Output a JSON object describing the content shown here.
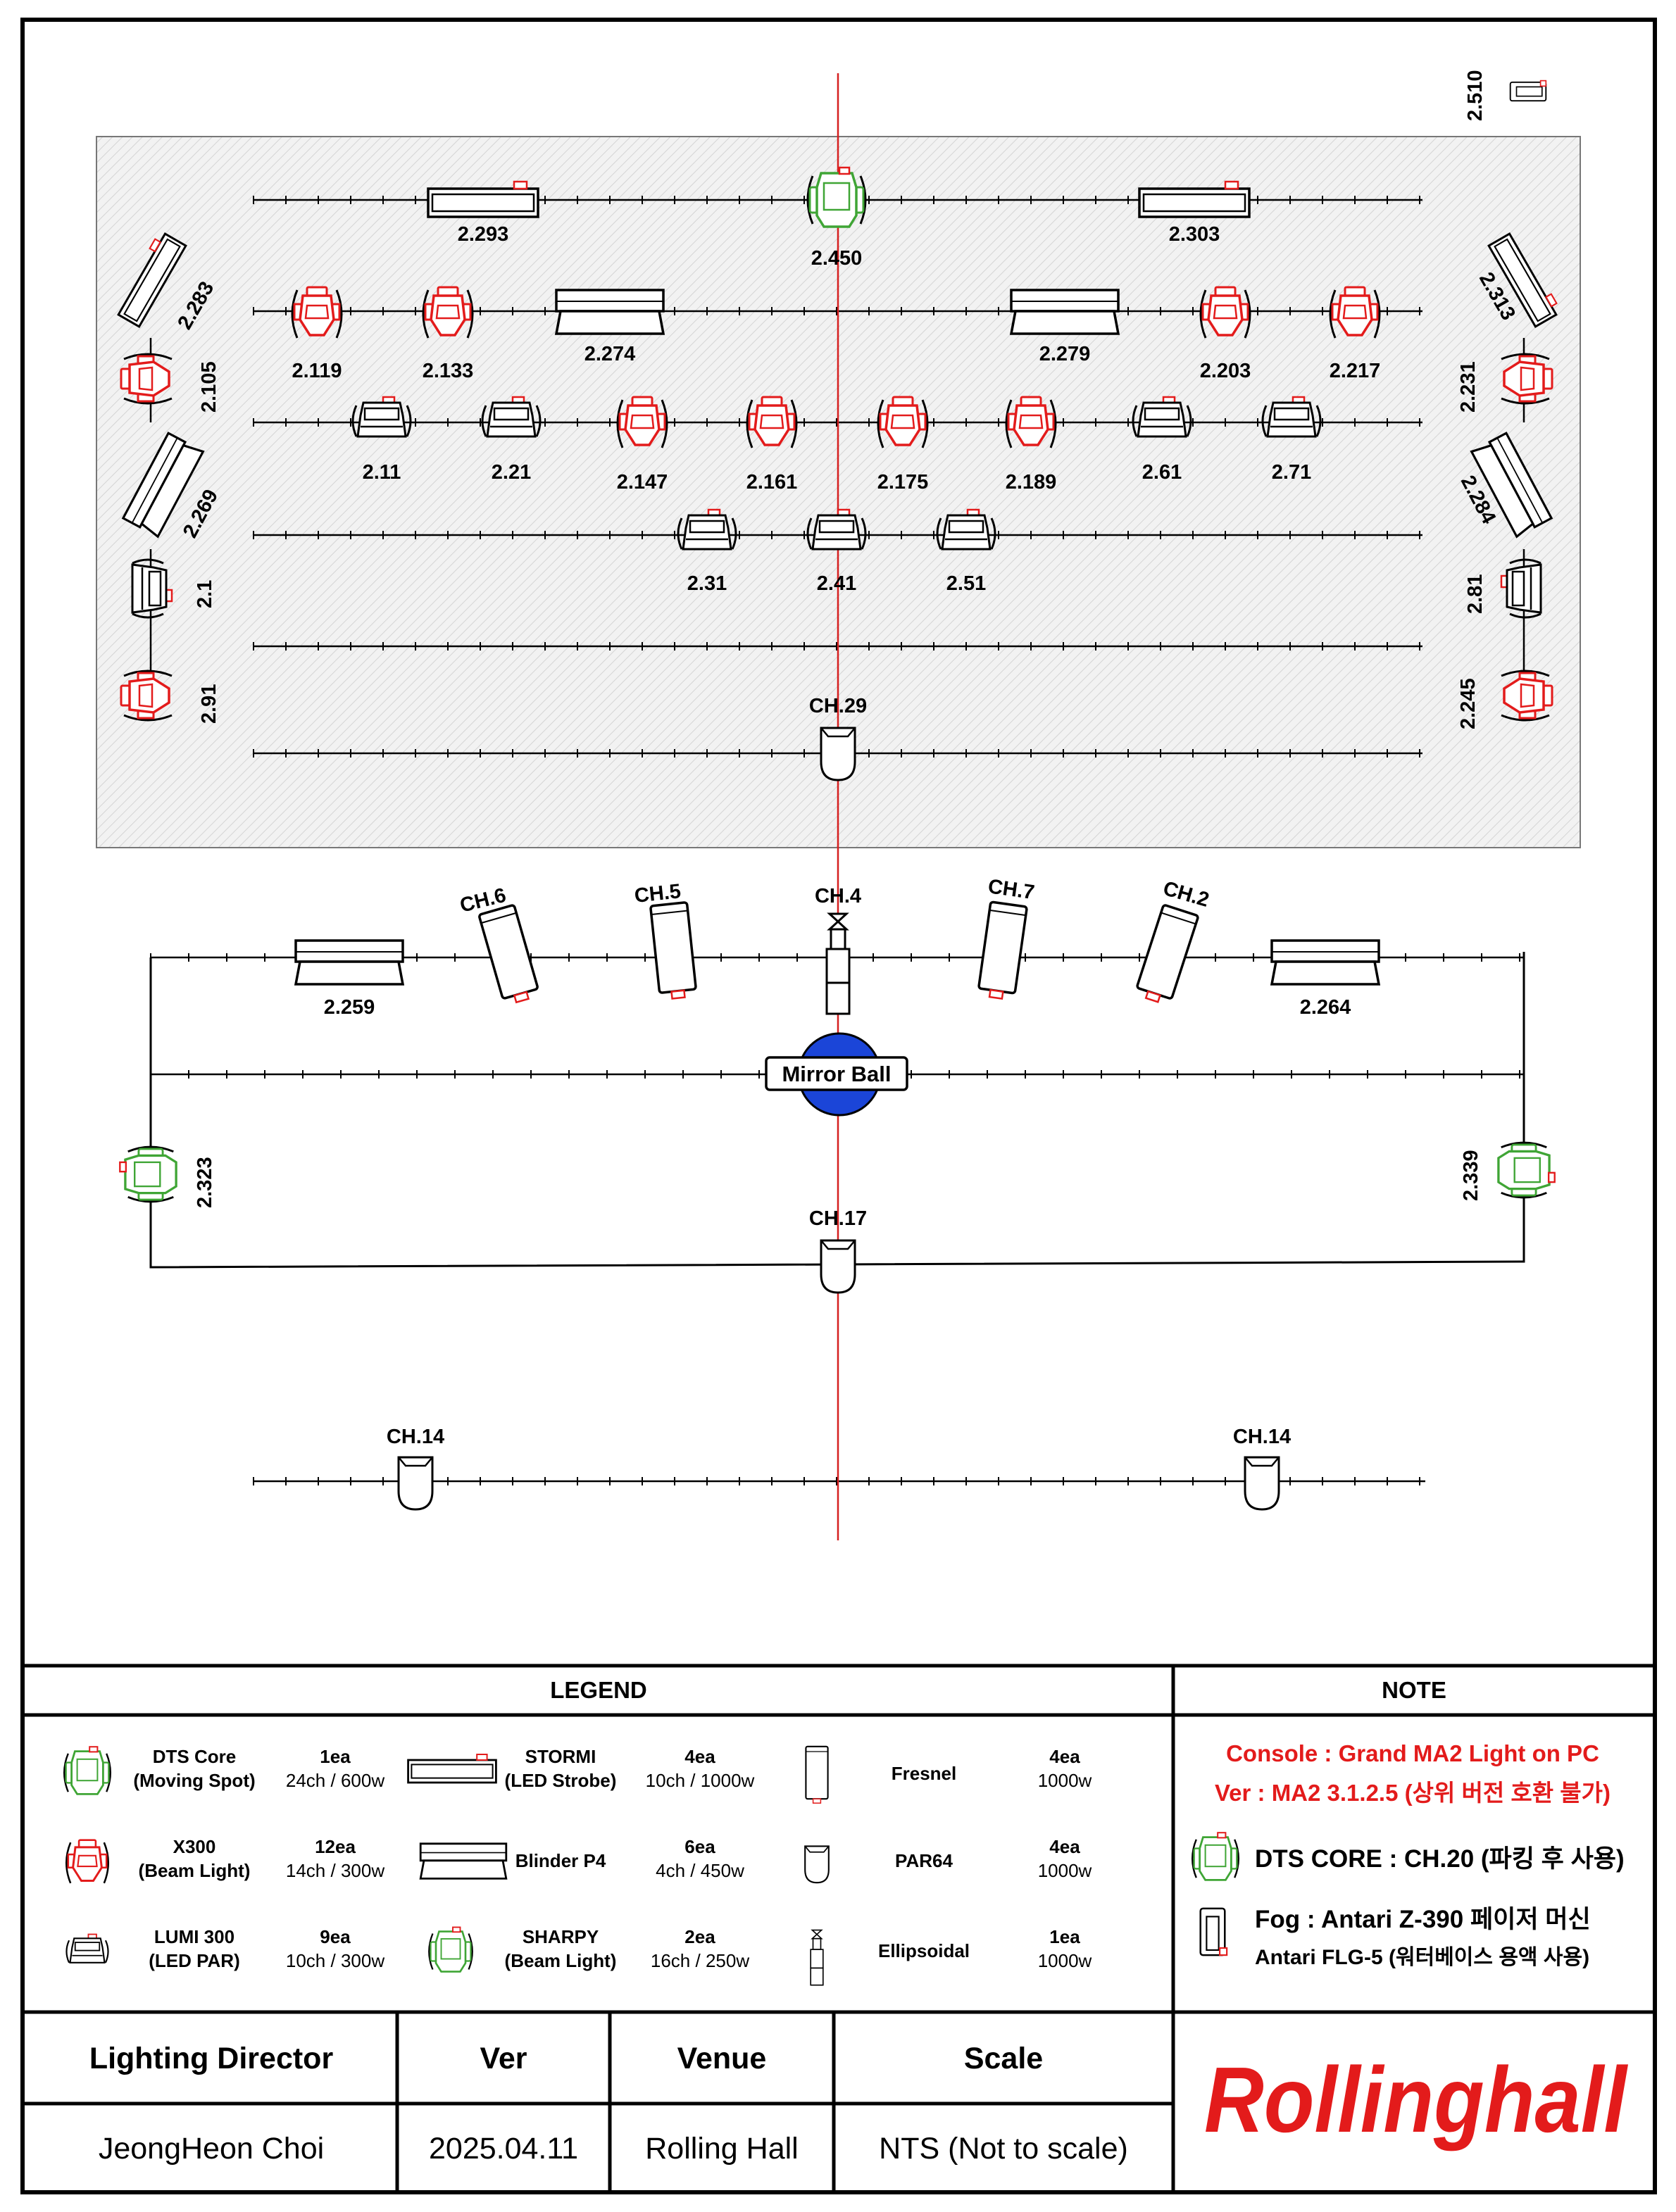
{
  "plot": {
    "top_right": {
      "fog_label": "2.510"
    },
    "top_row": {
      "strobe_left": "2.293",
      "core_center": "2.450",
      "strobe_right": "2.303"
    },
    "row2": {
      "x300": [
        "2.119",
        "2.133",
        "2.203",
        "2.217"
      ],
      "blinders": [
        "2.274",
        "2.279"
      ]
    },
    "row3": {
      "lumi": [
        "2.11",
        "2.21",
        "2.61",
        "2.71"
      ],
      "x300": [
        "2.147",
        "2.161",
        "2.175",
        "2.189"
      ]
    },
    "row4": {
      "lumi": [
        "2.31",
        "2.41",
        "2.51"
      ]
    },
    "left_side": {
      "strobe": "2.283",
      "x300_top": "2.105",
      "blinder": "2.269",
      "lumi": "2.1",
      "x300_bottom": "2.91"
    },
    "right_side": {
      "strobe": "2.313",
      "x300_top": "2.231",
      "blinder": "2.284",
      "lumi": "2.81",
      "x300_bottom": "2.245"
    },
    "stage_par": "CH.29",
    "front_truss": {
      "blinder_left": "2.259",
      "blinder_right": "2.264",
      "fresnels": [
        "CH.6",
        "CH.5",
        "CH.7",
        "CH.2"
      ],
      "ellipsoidal": "CH.4"
    },
    "mirror_ball": "Mirror Ball",
    "sharpy_left": "2.323",
    "sharpy_right": "2.339",
    "par_mid": "CH.17",
    "par_house_left": "CH.14",
    "par_house_right": "CH.14"
  },
  "legend": {
    "title": "LEGEND",
    "items": [
      {
        "name": "DTS Core",
        "sub": "(Moving Spot)",
        "qty": "1ea",
        "spec": "24ch / 600w",
        "icon": "dts-core-icon"
      },
      {
        "name": "X300",
        "sub": "(Beam Light)",
        "qty": "12ea",
        "spec": "14ch / 300w",
        "icon": "x300-icon"
      },
      {
        "name": "LUMI 300",
        "sub": "(LED PAR)",
        "qty": "9ea",
        "spec": "10ch / 300w",
        "icon": "lumi-par-icon"
      },
      {
        "name": "STORMI",
        "sub": "(LED Strobe)",
        "qty": "4ea",
        "spec": "10ch / 1000w",
        "icon": "strobe-icon"
      },
      {
        "name": "Blinder P4",
        "sub": "",
        "qty": "6ea",
        "spec": "4ch / 450w",
        "icon": "blinder-icon"
      },
      {
        "name": "SHARPY",
        "sub": "(Beam Light)",
        "qty": "2ea",
        "spec": "16ch / 250w",
        "icon": "sharpy-icon"
      },
      {
        "name": "Fresnel",
        "sub": "",
        "qty": "4ea",
        "spec": "1000w",
        "icon": "fresnel-icon"
      },
      {
        "name": "PAR64",
        "sub": "",
        "qty": "4ea",
        "spec": "1000w",
        "icon": "par64-icon"
      },
      {
        "name": "Ellipsoidal",
        "sub": "",
        "qty": "1ea",
        "spec": "1000w",
        "icon": "ellipsoidal-icon"
      }
    ]
  },
  "note": {
    "title": "NOTE",
    "console": "Console : Grand MA2 Light on PC",
    "version": "Ver : MA2 3.1.2.5 (상위 버전 호환 불가)",
    "dts": "DTS CORE : CH.20 (파킹 후 사용)",
    "fog1": "Fog : Antari Z-390   페이저 머신",
    "fog2": "Antari FLG-5 (워터베이스 용액 사용)"
  },
  "title_block": {
    "director_label": "Lighting Director",
    "director": "JeongHeon Choi",
    "ver_label": "Ver",
    "ver": "2025.04.11",
    "venue_label": "Venue",
    "venue": "Rolling Hall",
    "scale_label": "Scale",
    "scale": "NTS (Not to scale)",
    "logo": "Rollinghall"
  },
  "colors": {
    "x300": "#e31b1b",
    "core": "#3fa535",
    "mirror_ball": "#1b45d8",
    "center_line": "#d62020"
  }
}
